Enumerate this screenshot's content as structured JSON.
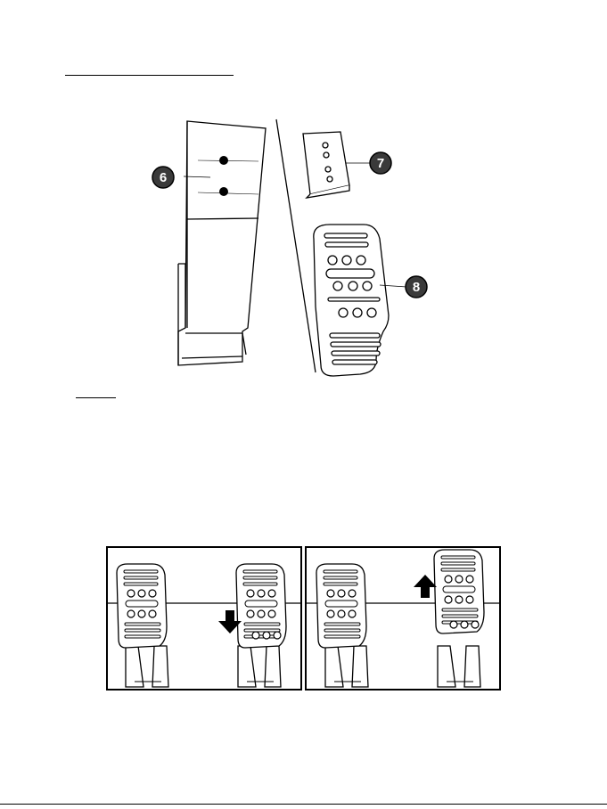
{
  "figure_top": {
    "callouts": [
      {
        "label": "6",
        "target": "pedal-arm"
      },
      {
        "label": "7",
        "target": "heel-rest-spacer"
      },
      {
        "label": "8",
        "target": "metal-pedal-face"
      }
    ]
  },
  "figure_bottom": {
    "panels": [
      {
        "arrow": "down"
      },
      {
        "arrow": "up"
      }
    ]
  },
  "colors": {
    "ink": "#000000",
    "callout_fill": "#3a3a3a",
    "paper": "#ffffff"
  }
}
